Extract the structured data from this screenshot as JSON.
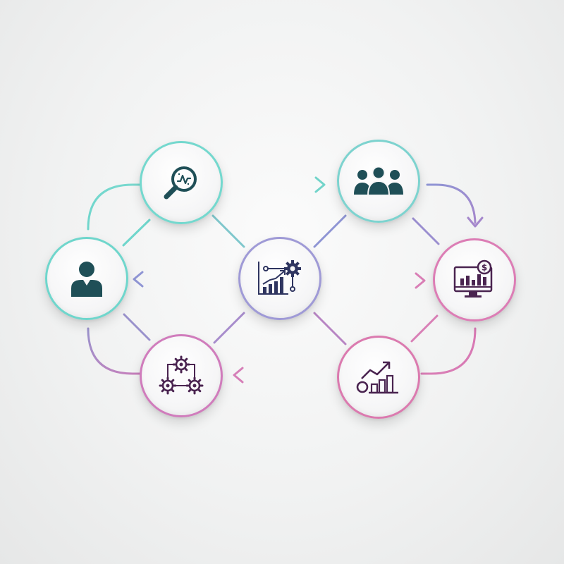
{
  "watermark": "",
  "colors": {
    "teal": "#6fd6cc",
    "teal_dark": "#4fbfb4",
    "purple": "#9b8fd0",
    "lavender": "#8f8bcf",
    "magenta": "#d67fb8",
    "pink": "#e07ab0",
    "icon_teal": "#1f4f57",
    "icon_purple": "#3d2d63",
    "icon_magenta": "#4a2450"
  },
  "nodes": [
    {
      "id": "analysis",
      "icon": "magnifier-chart-icon"
    },
    {
      "id": "team",
      "icon": "team-group-icon"
    },
    {
      "id": "user",
      "icon": "user-icon"
    },
    {
      "id": "strategy",
      "icon": "chart-gear-icon"
    },
    {
      "id": "finance",
      "icon": "monitor-dollar-chart-icon"
    },
    {
      "id": "process",
      "icon": "gears-network-icon"
    },
    {
      "id": "growth",
      "icon": "growth-chart-icon"
    }
  ]
}
